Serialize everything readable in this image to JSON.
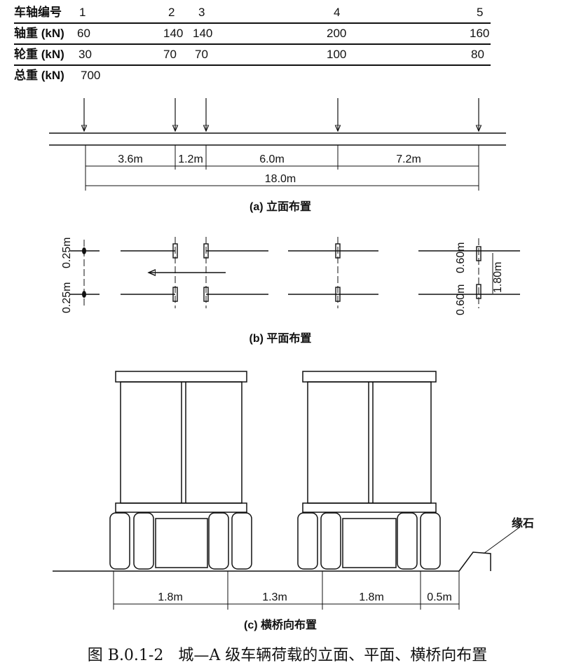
{
  "table": {
    "rows": [
      {
        "label": "车轴编号",
        "values": [
          "1",
          "2",
          "3",
          "4",
          "5"
        ]
      },
      {
        "label": "轴重 (kN)",
        "values": [
          "60",
          "140",
          "140",
          "200",
          "160"
        ]
      },
      {
        "label": "轮重 (kN)",
        "values": [
          "30",
          "70",
          "70",
          "100",
          "80"
        ]
      },
      {
        "label": "总重 (kN)",
        "values": [
          "700"
        ]
      }
    ]
  },
  "elevation": {
    "spacings": [
      "3.6m",
      "1.2m",
      "6.0m",
      "7.2m"
    ],
    "total": "18.0m",
    "caption": "(a) 立面布置"
  },
  "plan": {
    "left_dims": [
      "0.25m",
      "0.25m"
    ],
    "right_dims": [
      "0.60m",
      "0.60m"
    ],
    "track": "1.80m",
    "caption": "(b) 平面布置"
  },
  "transverse": {
    "curb_label": "缘石",
    "dims": [
      "1.8m",
      "1.3m",
      "1.8m",
      "0.5m"
    ],
    "caption": "(c) 横桥向布置"
  },
  "figure_caption": "图 B.0.1-2   城—A 级车辆荷载的立面、平面、横桥向布置"
}
